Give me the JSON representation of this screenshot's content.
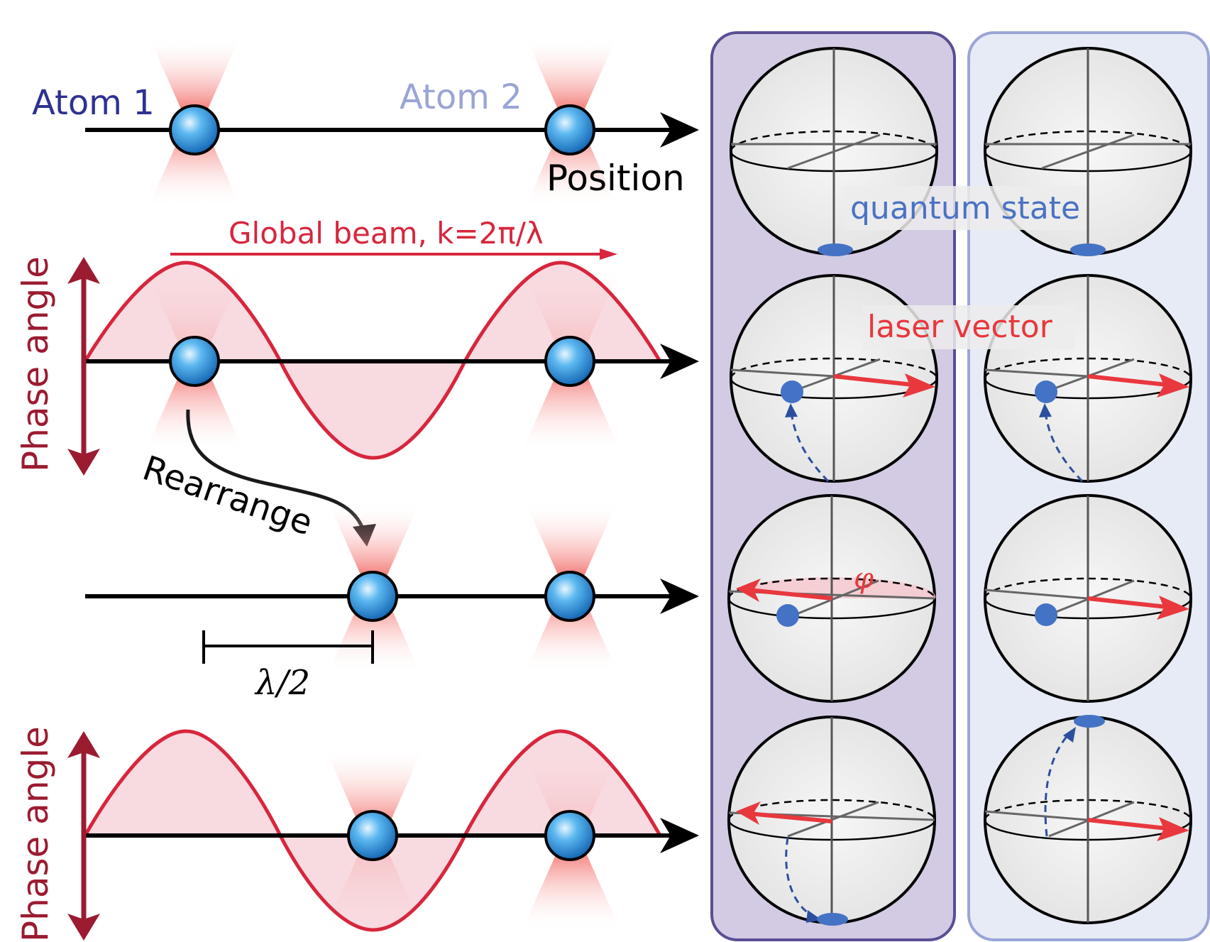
{
  "labels": {
    "atom1": "Atom 1",
    "atom2": "Atom 2",
    "position": "Position",
    "global_beam": "Global beam, k=2π/λ",
    "phase_angle_1": "Phase angle",
    "phase_angle_2": "Phase angle",
    "rearrange": "Rearrange",
    "half_wavelength": "λ/2",
    "quantum_state": "quantum state",
    "laser_vector": "laser vector",
    "phi": "φ"
  },
  "colors": {
    "atom1_label": "#2e3192",
    "atom2_label": "#9aa5d6",
    "beam_red": "#d7263d",
    "phase_arrow": "#9b1b30",
    "wave_fill": "#f6d2d8",
    "panel1_fill": "#d3cbe3",
    "panel1_border": "#5a4e93",
    "panel2_fill": "#e6ebf6",
    "panel2_border": "#9aa5d6",
    "atom_blue": "#1f7fd1",
    "state_dot": "#4472c4",
    "laser_arrow": "#e8383d",
    "quantum_state_text": "#4a72c4",
    "laser_vector_text": "#e8383d"
  }
}
